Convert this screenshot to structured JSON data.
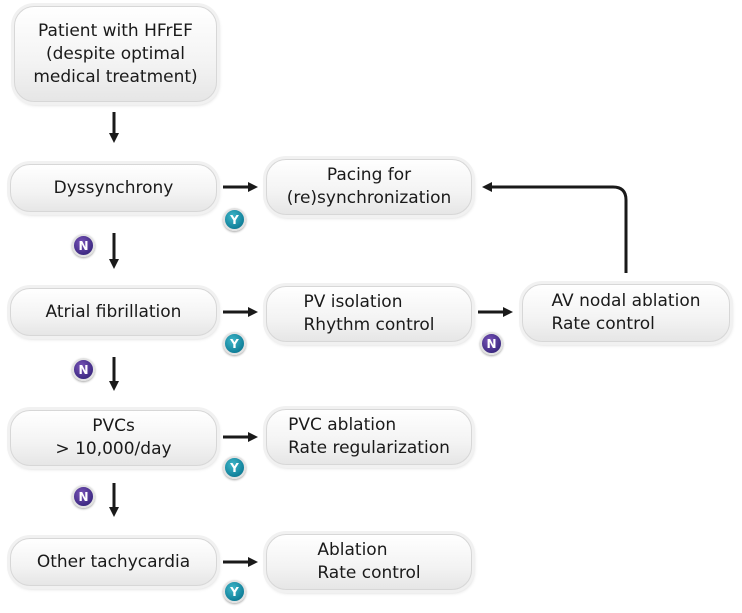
{
  "nodes": {
    "patient": "Patient with HFrEF\n(despite optimal\nmedical treatment)",
    "dyssynchrony": "Dyssynchrony",
    "pacing": "Pacing for\n(re)synchronization",
    "atrial_fibrillation": "Atrial fibrillation",
    "pv_isolation": "PV isolation\nRhythm control",
    "av_nodal_ablation": "AV nodal ablation\nRate control",
    "pvcs": "PVCs\n> 10,000/day",
    "pvc_ablation": "PVC ablation\nRate regularization",
    "other_tachycardia": "Other tachycardia",
    "ablation": "Ablation\nRate control"
  },
  "badges": {
    "yes": "Y",
    "no": "N"
  },
  "colors": {
    "yes_badge": "#11809a",
    "no_badge": "#3e2a84",
    "arrow": "#1a1a1a",
    "box_fill": "#f3f3f3",
    "box_border": "#d7d7d7"
  }
}
